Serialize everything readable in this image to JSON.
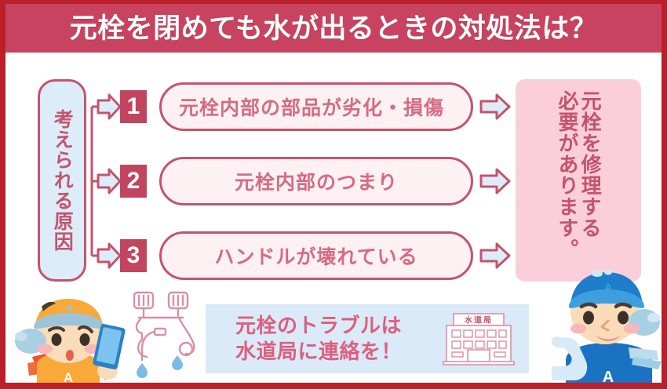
{
  "header": {
    "title": "元栓を閉めても水が出るときの対処法は？"
  },
  "colors": {
    "outer_border": "#bb1f29",
    "header_bg": "#c8435f",
    "crimson": "#c4536c",
    "badge_bg": "#c2455f",
    "box_fill": "#fdf1f3",
    "box_text": "#d76a84",
    "light_blue": "#dcedf9",
    "panel_pink": "#fbcfda",
    "banner_bg": "#daeaf8",
    "banner_text": "#dd5f7e"
  },
  "cause_column": {
    "label": "考えられる原因"
  },
  "causes": [
    {
      "number": "1",
      "text": "元栓内部の部品が劣化・損傷",
      "align": "left"
    },
    {
      "number": "2",
      "text": "元栓内部のつまり",
      "align": "center"
    },
    {
      "number": "3",
      "text": "ハンドルが壊れている",
      "align": "center"
    }
  ],
  "result_panel": {
    "line1": "元栓を修理する",
    "line2": "必要があります。"
  },
  "banner": {
    "line1": "元栓のトラブルは",
    "line2": "水道局に連絡を！",
    "building_sign": "水道局"
  },
  "illustrations": {
    "left_character": "worried-person-with-phone",
    "right_character": "smiling-worker-pointing",
    "faucet": "dripping-faucet"
  }
}
